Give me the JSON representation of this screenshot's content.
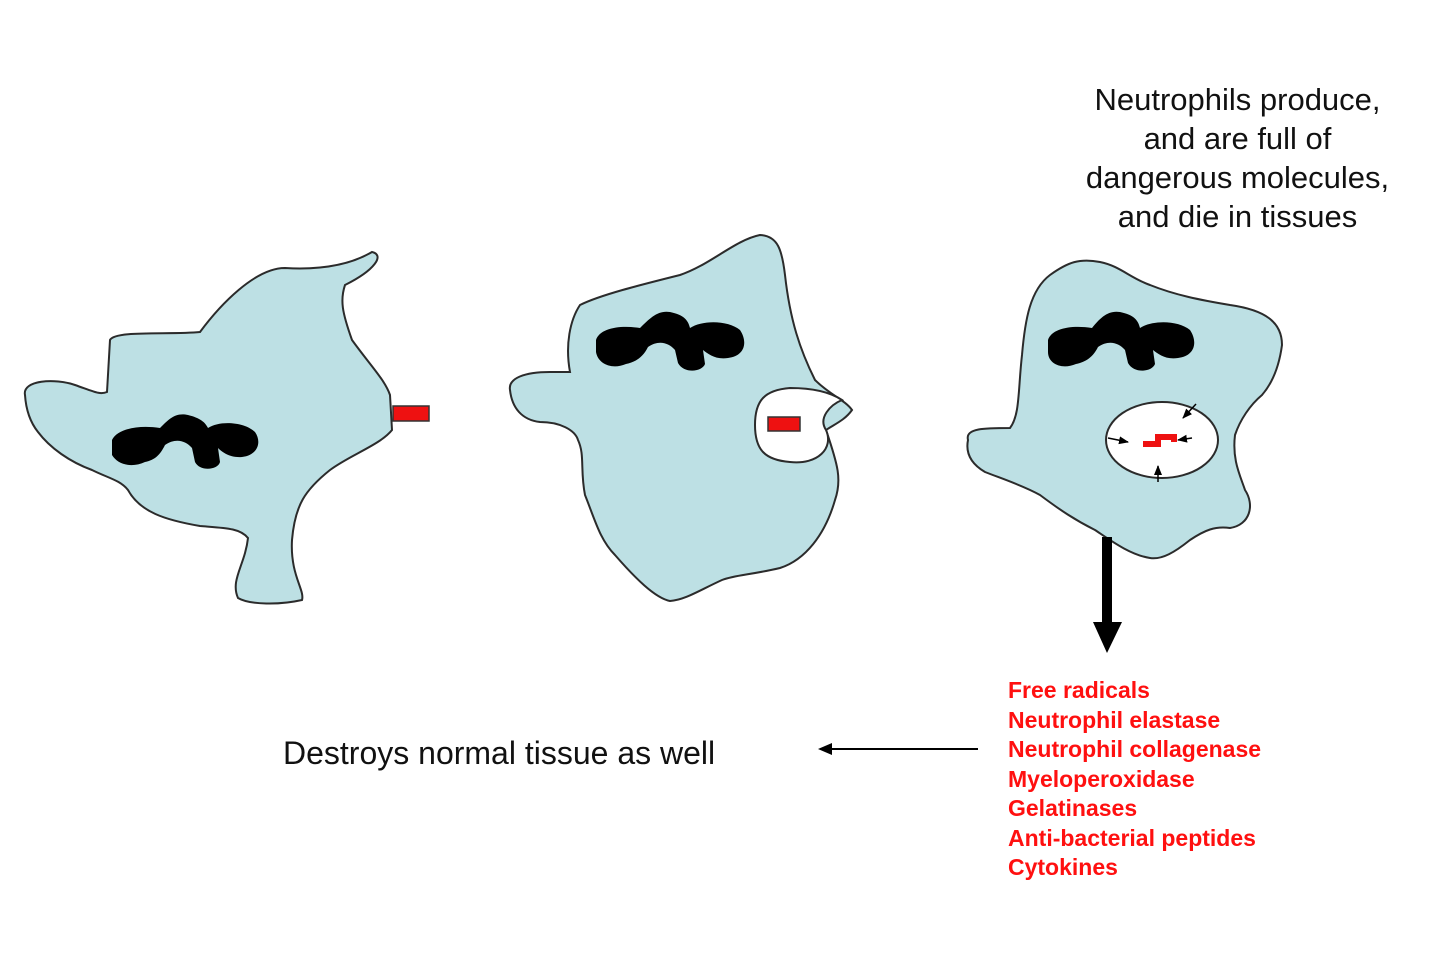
{
  "caption_lines": [
    "Neutrophils produce,",
    "and are full of",
    "dangerous molecules,",
    "and die in tissues"
  ],
  "molecules": [
    "Free radicals",
    "Neutrophil elastase",
    "Neutrophil collagenase",
    "Myeloperoxidase",
    "Gelatinases",
    "Anti-bacterial peptides",
    "Cytokines"
  ],
  "consequence": "Destroys normal tissue as well",
  "colors": {
    "cell_fill": "#bde0e4",
    "cell_outline": "#2b2b2b",
    "nucleus": "#000000",
    "bacterium": "#ee1111",
    "molecule_text": "#ff1010"
  }
}
